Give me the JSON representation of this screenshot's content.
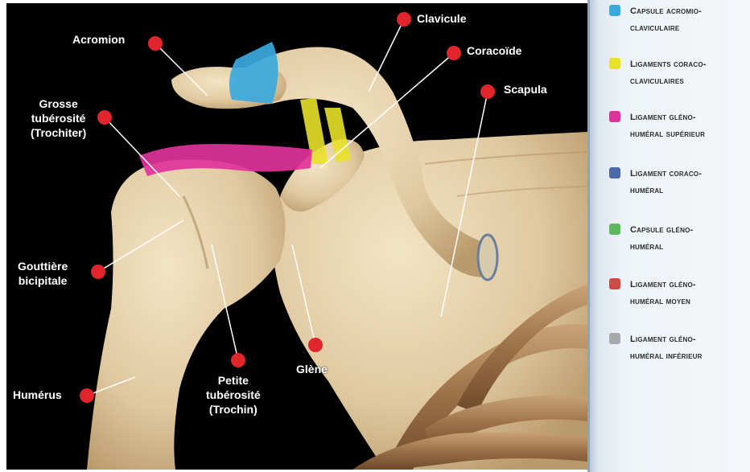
{
  "figure": {
    "labels": {
      "acromion": [
        "Acromion"
      ],
      "clavicule": [
        "Clavicule"
      ],
      "coracoide": [
        "Coracoïde"
      ],
      "scapula": [
        "Scapula"
      ],
      "grosse_tuberosite": [
        "Grosse",
        "tubérosité",
        "(Trochiter)"
      ],
      "gouttiere": [
        "Gouttière",
        "bicipitale"
      ],
      "humerus": [
        "Humérus"
      ],
      "petite_tuberosite": [
        "Petite",
        "tubérosité",
        "(Trochin)"
      ],
      "glene": [
        "Glène"
      ]
    },
    "marker_color": "#e0262b",
    "bone_color": "#e6d2ad"
  },
  "legend": {
    "items": [
      {
        "color": "#3aa9de",
        "lines": [
          "Capsule acromio-",
          "claviculaire"
        ]
      },
      {
        "color": "#e8e12a",
        "lines": [
          "Ligaments coraco-",
          "claviculaires"
        ]
      },
      {
        "color": "#e0339a",
        "lines": [
          "Ligament gléno-",
          "huméral supérieur"
        ]
      },
      {
        "color": "#4a6aa8",
        "lines": [
          "Ligament coraco-",
          "huméral"
        ]
      },
      {
        "color": "#5cb85c",
        "lines": [
          "Capsule gléno-",
          "huméral"
        ]
      },
      {
        "color": "#d24a48",
        "lines": [
          "Ligament gléno-",
          "huméral moyen"
        ]
      },
      {
        "color": "#a9a9ad",
        "lines": [
          "Ligament gléno-",
          "huméral inférieur"
        ]
      }
    ]
  }
}
